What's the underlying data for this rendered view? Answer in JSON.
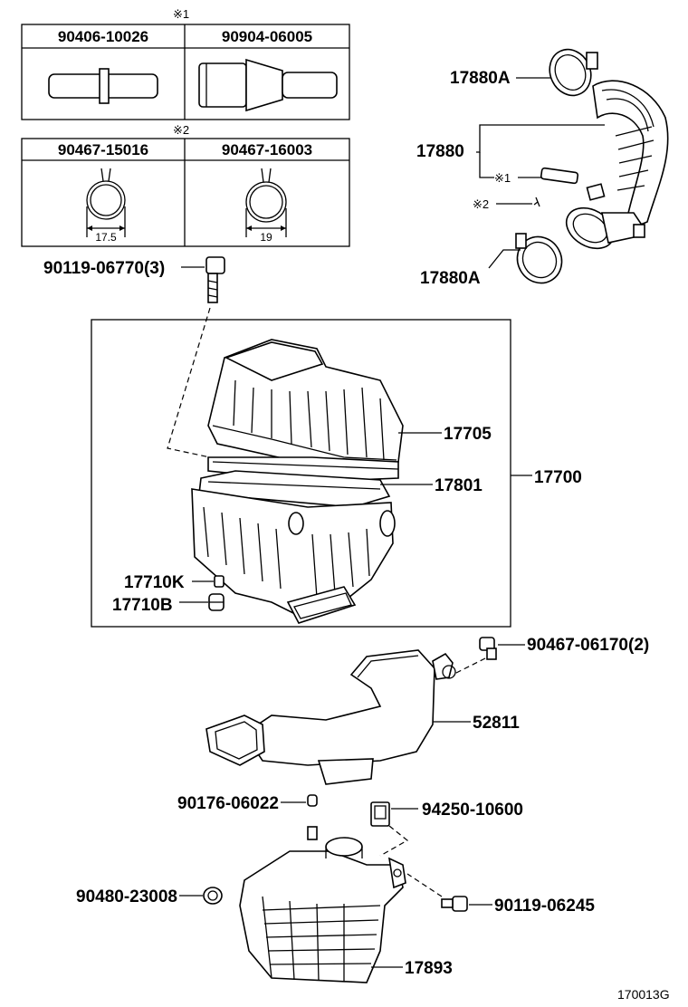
{
  "tables": [
    {
      "mark": "※1",
      "columns": [
        "90406-10026",
        "90904-06005"
      ]
    },
    {
      "mark": "※2",
      "columns": [
        "90467-15016",
        "90467-16003"
      ],
      "dimensions": [
        "17.5",
        "19"
      ]
    }
  ],
  "callouts": {
    "intake_hose_clamp_top": "17880A",
    "intake_hose": "17880",
    "note1": "※1",
    "note2": "※2",
    "intake_hose_clamp_bottom": "17880A",
    "bolt_top": "90119-06770(3)",
    "cap_sub_assy": "17705",
    "filter_element": "17801",
    "air_cleaner_assy": "17700",
    "cushion_k": "17710K",
    "cushion_b": "17710B",
    "clip_bolt": "90467-06170(2)",
    "inlet_duct": "52811",
    "grommet": "90176-06022",
    "nut": "94250-10600",
    "plug": "90480-23008",
    "bolt_bottom": "90119-06245",
    "resonator": "17893"
  },
  "figure_code": "170013G"
}
